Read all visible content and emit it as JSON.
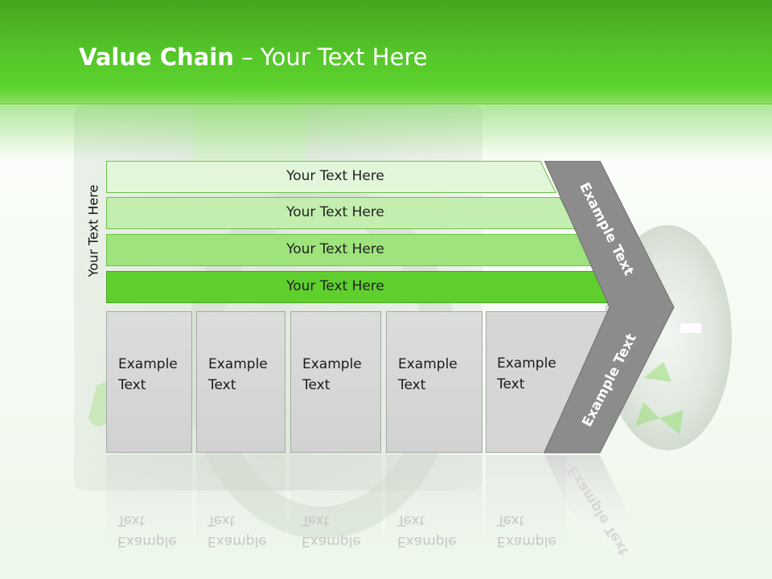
{
  "header": {
    "title_bold": "Value Chain",
    "title_rest": " – Your Text Here"
  },
  "side_label": "Your Text Here",
  "bars": [
    {
      "label": "Your Text Here",
      "fill": "#e2f6da"
    },
    {
      "label": "Your Text Here",
      "fill": "#c4eeb0"
    },
    {
      "label": "Your Text Here",
      "fill": "#9ee37c"
    },
    {
      "label": "Your Text Here",
      "fill": "#5fcf2e"
    }
  ],
  "boxes": [
    {
      "line1": "Example",
      "line2": "Text"
    },
    {
      "line1": "Example",
      "line2": "Text"
    },
    {
      "line1": "Example",
      "line2": "Text"
    },
    {
      "line1": "Example",
      "line2": "Text"
    },
    {
      "line1": "Example",
      "line2": "Text"
    }
  ],
  "chevron": {
    "upper_label": "Example Text",
    "lower_label": "Example Text",
    "fill": "#8c8c8c"
  },
  "colors": {
    "accent_green": "#55c82a",
    "box_gray": "#d6d6d6"
  }
}
